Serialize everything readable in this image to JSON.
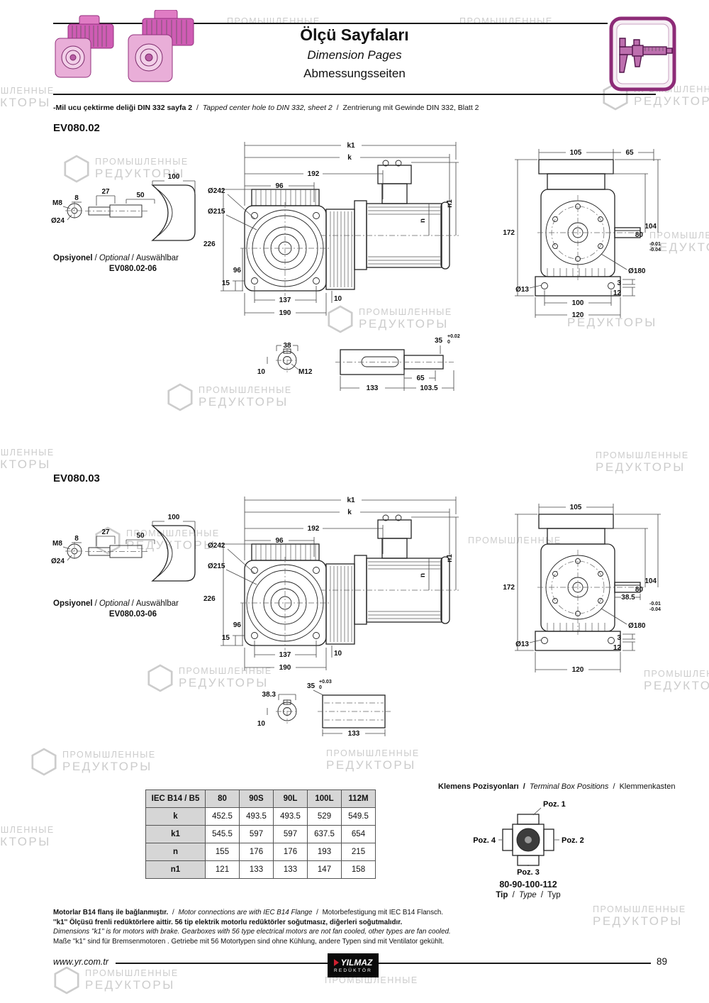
{
  "sep": "/",
  "watermark": {
    "line1": "ПРОМЫШЛЕННЫЕ",
    "line2": "РЕДУКТОРЫ"
  },
  "header": {
    "title_tr": "Ölçü Sayfaları",
    "title_en": "Dimension Pages",
    "title_de": "Abmessungsseiten"
  },
  "top_note": {
    "tr": "-Mil ucu çektirme deliği DIN 332 sayfa 2",
    "en": "Tapped center hole to DIN 332, sheet 2",
    "de": "Zentrierung mit Gewinde DIN 332, Blatt 2"
  },
  "section1": {
    "model": "EV080.02",
    "optional": {
      "label_tr": "Opsiyonel",
      "label_en": "Optional",
      "label_de": "Auswählbar",
      "model": "EV080.02-06",
      "dims": {
        "d100": "100",
        "d50": "50",
        "d27": "27",
        "d8": "8",
        "m8": "M8",
        "d24": "Ø24"
      }
    },
    "front": {
      "d242": "Ø242",
      "d215": "Ø215",
      "d226": "226",
      "d96": "96",
      "d15": "15",
      "d137": "137",
      "d190": "190",
      "d10": "10"
    },
    "side": {
      "k1": "k1",
      "k": "k",
      "d192": "192",
      "d96": "96",
      "n1": "n1",
      "n": "n"
    },
    "rear": {
      "d105": "105",
      "d65": "65",
      "d172": "172",
      "d104": "104",
      "d80": "80",
      "tol_top": "-0.01",
      "tol_bot": "-0.04",
      "d180": "Ø180",
      "d13": "Ø13",
      "d3": "3",
      "d12": "12",
      "d100": "100",
      "d120": "120"
    },
    "shaft": {
      "d38": "38",
      "d10": "10",
      "m12": "M12",
      "d35": "35",
      "tol_top": "+0.02",
      "tol_bot": "0",
      "d133": "133",
      "d103_5": "103.5",
      "d65": "65"
    }
  },
  "section2": {
    "model": "EV080.03",
    "optional": {
      "label_tr": "Opsiyonel",
      "label_en": "Optional",
      "label_de": "Auswählbar",
      "model": "EV080.03-06",
      "dims": {
        "d100": "100",
        "d50": "50",
        "d27": "27",
        "d8": "8",
        "m8": "M8",
        "d24": "Ø24"
      }
    },
    "front": {
      "d242": "Ø242",
      "d215": "Ø215",
      "d226": "226",
      "d96": "96",
      "d15": "15",
      "d137": "137",
      "d190": "190",
      "d10": "10"
    },
    "side": {
      "k1": "k1",
      "k": "k",
      "d192": "192",
      "d96": "96",
      "n1": "n1",
      "n": "n"
    },
    "rear": {
      "d105": "105",
      "d38_5": "38.5",
      "d172": "172",
      "d104": "104",
      "d80": "80",
      "tol_top": "-0.01",
      "tol_bot": "-0.04",
      "d180": "Ø180",
      "d13": "Ø13",
      "d3": "3",
      "d12": "12",
      "d120": "120"
    },
    "shaft": {
      "d38_3": "38.3",
      "d10": "10",
      "d35": "35",
      "tol_top": "+0.03",
      "tol_bot": "0",
      "d133": "133"
    }
  },
  "table": {
    "header": [
      "IEC B14 / B5",
      "80",
      "90S",
      "90L",
      "100L",
      "112M"
    ],
    "rows": [
      {
        "label": "k",
        "values": [
          "452.5",
          "493.5",
          "493.5",
          "529",
          "549.5"
        ]
      },
      {
        "label": "k1",
        "values": [
          "545.5",
          "597",
          "597",
          "637.5",
          "654"
        ]
      },
      {
        "label": "n",
        "values": [
          "155",
          "176",
          "176",
          "193",
          "215"
        ]
      },
      {
        "label": "n1",
        "values": [
          "121",
          "133",
          "133",
          "147",
          "158"
        ]
      }
    ]
  },
  "terminal": {
    "title_tr": "Klemens Pozisyonları",
    "title_en": "Terminal Box Positions",
    "title_de": "Klemmenkasten",
    "poz1": "Poz. 1",
    "poz2": "Poz. 2",
    "poz3": "Poz. 3",
    "poz4": "Poz. 4",
    "models": "80-90-100-112",
    "tip_tr": "Tip",
    "tip_en": "Type",
    "tip_de": "Typ"
  },
  "notes": {
    "l1_tr": "Motorlar B14 flanş ile bağlanmıştır.",
    "l1_en": "Motor connections are with IEC B14 Flange",
    "l1_de": "Motorbefestigung mit IEC B14 Flansch.",
    "l2": "''k1'' Ölçüsü frenli redüktörlere aittir. 56 tip elektrik motorlu redüktörler soğutmasız, diğerleri soğutmalıdır.",
    "l3": "Dimensions ''k1'' is for motors with brake. Gearboxes with 56 type electrical motors are not fan cooled, other types are fan cooled.",
    "l4": "Maße ''k1'' sind für Bremsenmotoren . Getriebe mit 56 Motortypen sind ohne Kühlung, andere Typen sind mit Ventilator gekühlt."
  },
  "footer": {
    "website": "www.yr.com.tr",
    "logo_top": "YILMAZ",
    "logo_bottom": "REDÜKTÖR",
    "page": "89"
  }
}
